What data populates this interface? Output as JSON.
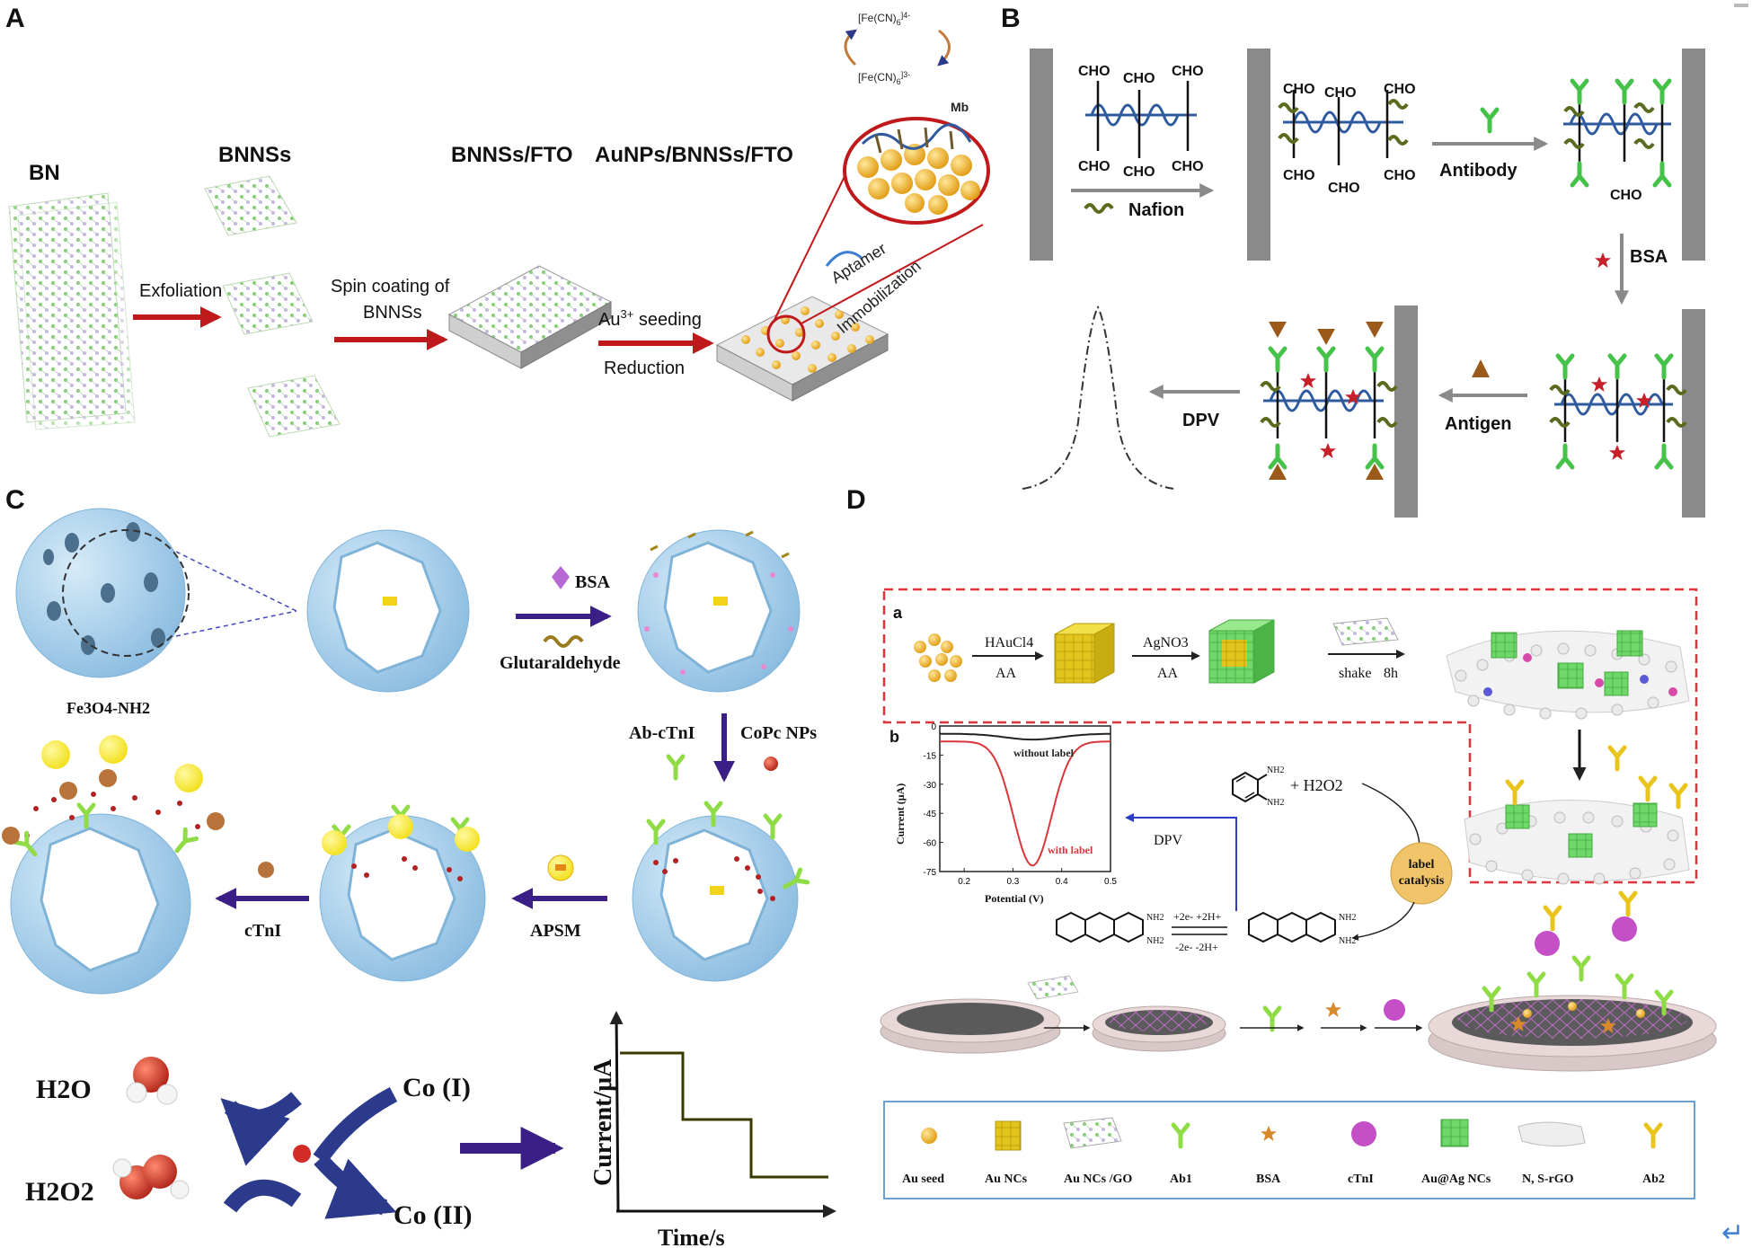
{
  "colors": {
    "arrow_red": "#c0191c",
    "arrow_dark": "#222222",
    "arrow_gray": "#8a8a8a",
    "arrow_purple": "#3b1f86",
    "sphere_blue": "#a8d1ec",
    "sphere_dark": "#7fb3d8",
    "gold": "#f2b01e",
    "green": "#5fce55",
    "nafion": "#5a6a1f",
    "polymer": "#2f5a9e",
    "electrode": "#8a8a8a",
    "star_red": "#c8202a",
    "antigen": "#9b5a1a",
    "dash_red": "#e0353a",
    "legend_blue": "#6a9fd2",
    "bsa_purple": "#c44fc6",
    "co_red": "#d42a28",
    "curve_red": "#d9373b"
  },
  "panelA": {
    "letter": "A",
    "labels": {
      "bn": "BN",
      "bnnss": "BNNSs",
      "bnnss_fto": "BNNSs/FTO",
      "au_bnnss_fto": "AuNPs/BNNSs/FTO",
      "exfoliation": "Exfoliation",
      "spin1": "Spin coating of",
      "spin2": "BNNSs",
      "au_seed_base": "Au",
      "au_seed_sup": "3+",
      "au_seed_rest": " seeding",
      "reduction": "Reduction",
      "aptamer": "Aptamer",
      "immobilization": "Immobilization",
      "fe4": "[Fe(CN)",
      "fe4_sub": "6",
      "fe4_sup": "]4-",
      "fe3": "[Fe(CN)",
      "fe3_sub": "6",
      "fe3_sup": "]3-",
      "mb": "Mb"
    }
  },
  "panelB": {
    "letter": "B",
    "cho": "CHO",
    "nafion": "Nafion",
    "antibody": "Antibody",
    "bsa": "BSA",
    "antigen": "Antigen",
    "dpv": "DPV"
  },
  "panelC": {
    "letter": "C",
    "fe3o4": "Fe3O4-NH2",
    "bsa": "BSA",
    "glutaraldehyde": "Glutaraldehyde",
    "ab_ctni": "Ab-cTnI",
    "copc": "CoPc NPs",
    "apsm": "APSM",
    "ctni": "cTnI",
    "h2o": "H2O",
    "h2o2": "H2O2",
    "co1": "Co (I)",
    "co2": "Co (II)",
    "ylabel": "Current/μA",
    "xlabel": "Time/s"
  },
  "panelD": {
    "letter": "D",
    "sub_a": "a",
    "sub_b": "b",
    "haucl4": "HAuCl4",
    "aa": "AA",
    "agno3": "AgNO3",
    "shake": "shake",
    "shake_time": "8h",
    "h2o2": "+ H2O2",
    "nh2": "NH2",
    "label_catalysis_1": "label",
    "label_catalysis_2": "catalysis",
    "dpv": "DPV",
    "redox_top": "+2e- +2H+",
    "redox_bottom": "-2e- -2H+",
    "inset": {
      "without_label": "without label",
      "with_label": "with label",
      "ylabel": "Current (μA)",
      "xlabel": "Potential (V)",
      "yticks": [
        "0",
        "-15",
        "-30",
        "-45",
        "-60",
        "-75"
      ],
      "xticks": [
        "0.2",
        "0.3",
        "0.4",
        "0.5"
      ]
    },
    "legend": [
      "Au seed",
      "Au NCs",
      "Au NCs /GO",
      "Ab1",
      "BSA",
      "cTnI",
      "Au@Ag NCs",
      "N, S-rGO",
      "Ab2"
    ],
    "return_glyph": "↵"
  }
}
